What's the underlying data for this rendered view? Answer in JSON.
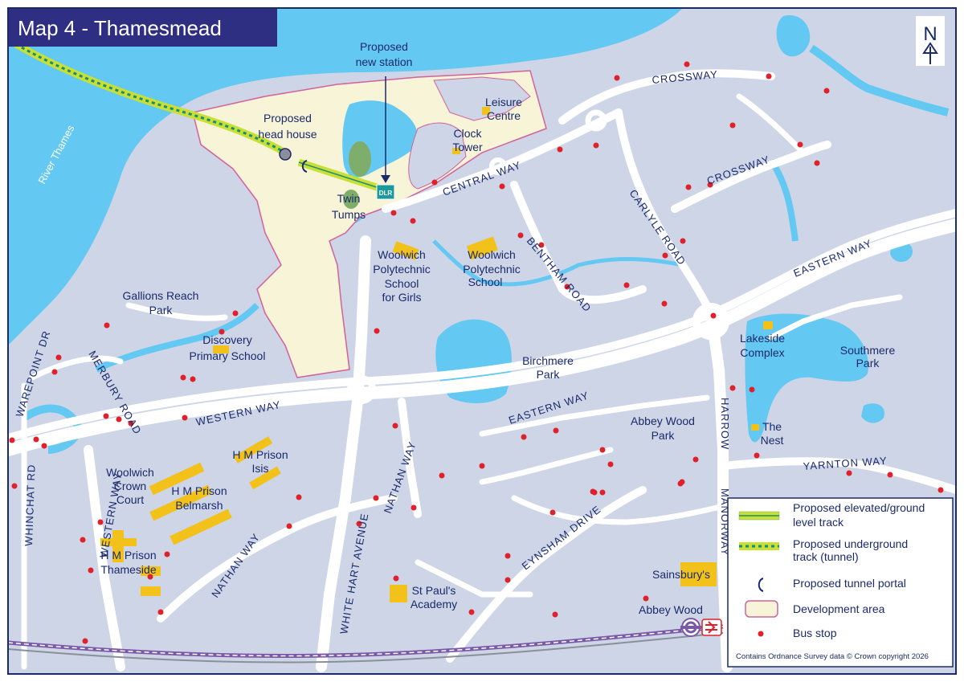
{
  "title": "Map 4 - Thamesmead",
  "north_label": "N",
  "colors": {
    "frame": "#1b2a6b",
    "water": "#63c8f2",
    "land": "#cdd5e6",
    "road": "#ffffff",
    "development_fill": "#f8f4d8",
    "development_edge": "#d4609c",
    "building": "#f2c21a",
    "park": "#7fae6c",
    "bus_stop": "#e0202a",
    "elevated_track": "#c8e034",
    "track_line": "#1a8a7a",
    "railway": "#7a5aa8"
  },
  "callouts": {
    "station": [
      "Proposed",
      "new station"
    ],
    "head_house": [
      "Proposed",
      "head house"
    ],
    "dlr_badge": "DLR"
  },
  "places": {
    "river_thames": "River Thames",
    "leisure_centre": [
      "Leisure",
      "Centre"
    ],
    "clock_tower": [
      "Clock",
      "Tower"
    ],
    "twin_tumps": [
      "Twin",
      "Tumps"
    ],
    "woolwich_poly_girls": [
      "Woolwich",
      "Polytechnic",
      "School",
      "for Girls"
    ],
    "woolwich_poly": [
      "Woolwich",
      "Polytechnic",
      "School"
    ],
    "gallions_reach": [
      "Gallions Reach",
      "Park"
    ],
    "discovery_school": [
      "Discovery",
      "Primary School"
    ],
    "woolwich_crown": [
      "Woolwich",
      "Crown",
      "Court"
    ],
    "hmp_isis": [
      "H M Prison",
      "Isis"
    ],
    "hmp_belmarsh": [
      "H M Prison",
      "Belmarsh"
    ],
    "hmp_thameside": [
      "H M Prison",
      "Thameside"
    ],
    "birchmere": [
      "Birchmere",
      "Park"
    ],
    "lakeside": [
      "Lakeside",
      "Complex"
    ],
    "southmere": [
      "Southmere",
      "Park"
    ],
    "abbey_wood_park": [
      "Abbey Wood",
      "Park"
    ],
    "the_nest": [
      "The",
      "Nest"
    ],
    "sainsburys": "Sainsbury's",
    "st_pauls": [
      "St Paul's",
      "Academy"
    ],
    "abbey_wood": "Abbey Wood"
  },
  "roads": {
    "crossway_top": "CROSSWAY",
    "crossway_mid": "CROSSWAY",
    "central_way": "CENTRAL WAY",
    "carlyle_road": "CARLYLE ROAD",
    "bentham_road": "BENTHAM ROAD",
    "eastern_way_ne": "EASTERN WAY",
    "eastern_way": "EASTERN WAY",
    "western_way_h": "WESTERN WAY",
    "western_way_v": "WESTERN WAY",
    "nathan_way_n": "NATHAN WAY",
    "nathan_way_s": "NATHAN WAY",
    "white_hart": "WHITE HART AVENUE",
    "eynsham": "EYNSHAM DRIVE",
    "harrow": "HARROW MANORWAY",
    "yarnton": "YARNTON WAY",
    "merbury": "MERBURY ROAD",
    "harrow_manorway": "MANORWAY",
    "whinchat": "WHINCHAT RD",
    "wharepoint": "WAREPOINT DR",
    "harrow_top": "HARROW"
  },
  "legend": {
    "items": [
      {
        "key": "elevated",
        "label": [
          "Proposed elevated/ground",
          "level track"
        ]
      },
      {
        "key": "underground",
        "label": [
          "Proposed underground",
          "track (tunnel)"
        ]
      },
      {
        "key": "portal",
        "label": [
          "Proposed tunnel portal"
        ]
      },
      {
        "key": "development",
        "label": [
          "Development area"
        ]
      },
      {
        "key": "bus",
        "label": [
          "Bus stop"
        ]
      }
    ],
    "copyright": "Contains Ordnance Survey data © Crown copyright 2026"
  }
}
